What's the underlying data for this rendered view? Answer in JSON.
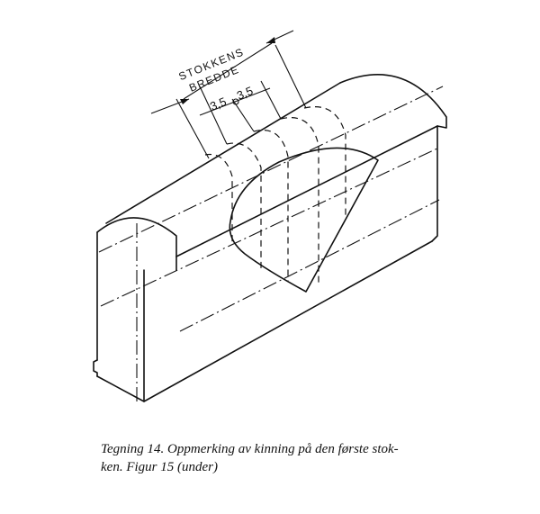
{
  "drawing": {
    "label_top": "STOKKENS",
    "label_bottom": "BREDDE",
    "dim_1": "3,5",
    "dim_2": "3,5"
  },
  "caption": {
    "line_1": "Tegning 14. Oppmerking av kinning på den første stok-",
    "line_2": "ken. Figur 15 (under)"
  }
}
